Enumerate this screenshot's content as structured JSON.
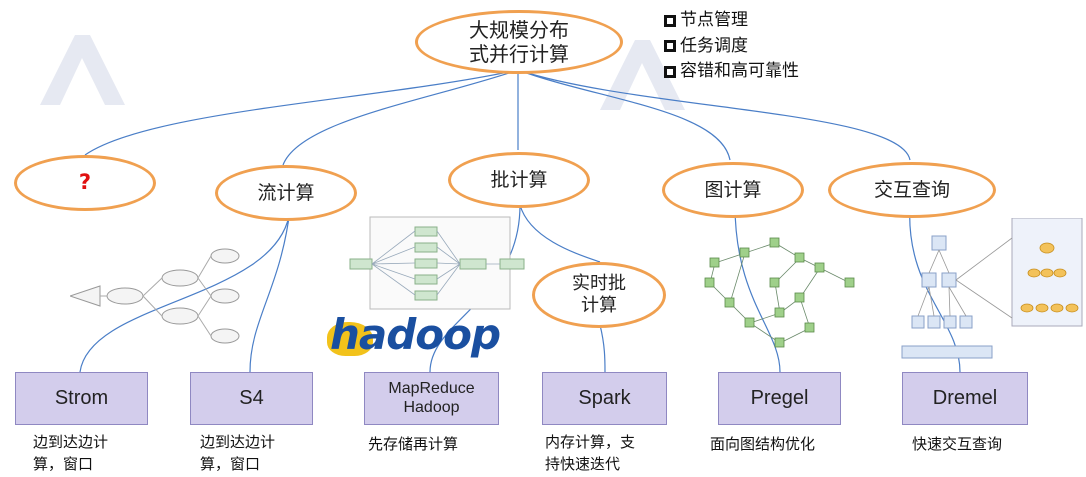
{
  "root": {
    "label": "大规模分布\n式并行计算"
  },
  "features": [
    {
      "label": "节点管理"
    },
    {
      "label": "任务调度"
    },
    {
      "label": "容错和高可靠性"
    }
  ],
  "categories": {
    "unknown": "?",
    "stream": "流计算",
    "batch": "批计算",
    "realtime_batch": "实时批\n计算",
    "graph": "图计算",
    "interactive": "交互查询"
  },
  "systems": {
    "strom": {
      "label": "Strom",
      "desc": "边到达边计\n算，窗口"
    },
    "s4": {
      "label": "S4",
      "desc": "边到达边计\n算，窗口"
    },
    "mapreduce": {
      "label": "MapReduce\nHadoop",
      "desc": "先存储再计算"
    },
    "spark": {
      "label": "Spark",
      "desc": "内存计算，支\n持快速迭代"
    },
    "pregel": {
      "label": "Pregel",
      "desc": "面向图结构优化"
    },
    "dremel": {
      "label": "Dremel",
      "desc": "快速交互查询"
    }
  },
  "hadoop_logo": {
    "text": "hadoop"
  },
  "colors": {
    "ellipse_border": "#f0a050",
    "system_fill": "#d3cdec",
    "connector": "#4a7ec7",
    "question_mark": "#e01010"
  }
}
